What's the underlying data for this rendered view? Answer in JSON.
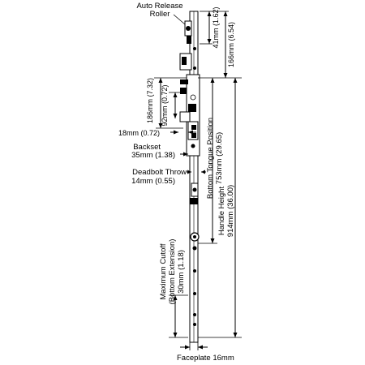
{
  "labels": {
    "auto_release_line1": "Auto Release",
    "auto_release_line2": "Roller",
    "dim_41mm": "41mm (1.62)",
    "dim_166mm": "166mm (6.54)",
    "dim_186mm": "186mm (7.32)",
    "dim_92mm": "92mm (0.72)",
    "dim_18mm": "18mm (0.72)",
    "backset_line1": "Backset",
    "backset_line2": "35mm (1.38)",
    "deadbolt_line1": "Deadbolt Throw",
    "deadbolt_line2": "14mm (0.55)",
    "bottom_tongue_line1": "Bottom Tongue Position",
    "bottom_tongue_line2": "753mm (29.65)",
    "handle_height_line1": "Handle Height",
    "handle_height_line2": "914mm (36.00)",
    "max_cutoff_line1": "Maximum Cutoff",
    "max_cutoff_line2": "(Bottom Extension)",
    "max_cutoff_line3": "30mm (1.18)",
    "faceplate": "Faceplate 16mm"
  }
}
